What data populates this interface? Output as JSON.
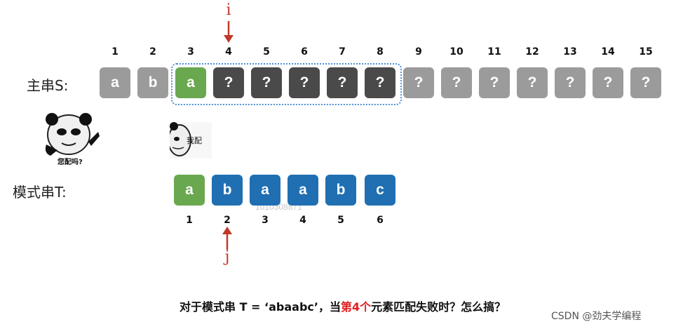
{
  "main_string": {
    "label": "主串S:",
    "indices": [
      "1",
      "2",
      "3",
      "4",
      "5",
      "6",
      "7",
      "8",
      "9",
      "10",
      "11",
      "12",
      "13",
      "14",
      "15"
    ],
    "cells": [
      "a",
      "b",
      "a",
      "?",
      "?",
      "?",
      "?",
      "?",
      "?",
      "?",
      "?",
      "?",
      "?",
      "?",
      "?"
    ]
  },
  "pattern_string": {
    "label": "模式串T:",
    "indices": [
      "1",
      "2",
      "3",
      "4",
      "5",
      "6"
    ],
    "cells": [
      "a",
      "b",
      "a",
      "a",
      "b",
      "c"
    ]
  },
  "pointers": {
    "i_label": "i",
    "j_label": "j"
  },
  "meme_left": {
    "caption": "您配吗?"
  },
  "meme_right": {
    "caption": "我配"
  },
  "faded_text": "1010308871",
  "caption": {
    "before": "对于模式串 T = ‘abaabc’，当",
    "highlight": "第4个",
    "after": "元素匹配失败时？怎么搞？"
  },
  "watermark": "CSDN @劲夫学编程",
  "colors": {
    "light_gray": "#9b9b9b",
    "dark_gray": "#4a4a4a",
    "green": "#6aa84f",
    "blue": "#1f6fb2",
    "pointer_red": "#c0392b",
    "highlight_red": "#e02020",
    "dotted_border": "#4a90d9"
  }
}
